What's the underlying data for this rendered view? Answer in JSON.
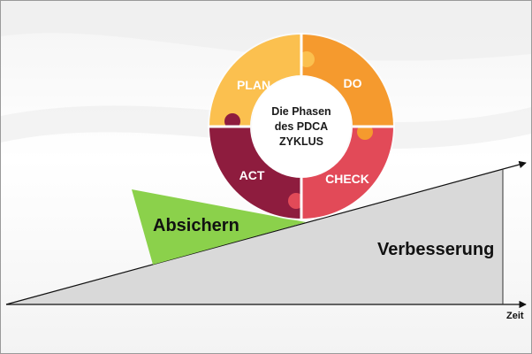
{
  "diagram": {
    "center_lines": [
      "Die Phasen",
      "des PDCA",
      "ZYKLUS"
    ],
    "phases": [
      {
        "key": "plan",
        "label": "PLAN",
        "color": "#FBC04F"
      },
      {
        "key": "do",
        "label": "DO",
        "color": "#F59A2E"
      },
      {
        "key": "check",
        "label": "CHECK",
        "color": "#E24A58"
      },
      {
        "key": "act",
        "label": "ACT",
        "color": "#8E1C3E"
      }
    ],
    "wedge": {
      "label": "Absichern",
      "color": "#8BD14B"
    },
    "ramp": {
      "label": "Verbesserung",
      "color": "#D9D9D9"
    },
    "axis": {
      "label": "Zeit"
    }
  }
}
